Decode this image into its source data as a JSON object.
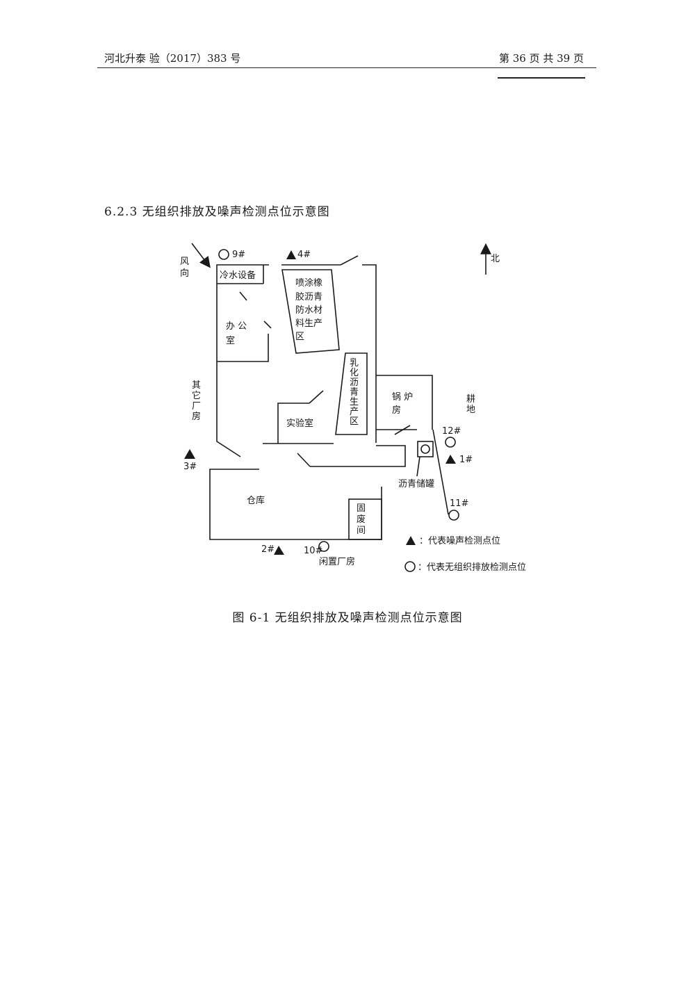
{
  "header": {
    "left": "河北升泰 验（2017）383 号",
    "right": "第 36 页 共 39 页"
  },
  "section": {
    "title": "6.2.3  无组织排放及噪声检测点位示意图"
  },
  "diagram": {
    "wind_label_1": "风",
    "wind_label_2": "向",
    "north_label": "北",
    "rooms": {
      "cooling": "冷水设备",
      "spray_1": "喷涂橡",
      "spray_2": "胶沥青",
      "spray_3": "防水材",
      "spray_4": "料生产",
      "spray_5": "区",
      "office_1": "办  公",
      "office_2": "室",
      "emulsion": [
        "乳",
        "化",
        "沥",
        "青",
        "生",
        "产",
        "区"
      ],
      "boiler_1": "锅  炉",
      "boiler_2": "房",
      "lab": "实验室",
      "warehouse": "仓库",
      "solid_waste": [
        "固",
        "废",
        "间"
      ],
      "asphalt_tank": "沥青储罐"
    },
    "surroundings": {
      "other_plant": [
        "其",
        "它",
        "厂",
        "房"
      ],
      "farmland": [
        "耕",
        "地"
      ],
      "idle_plant": "闲置厂房"
    },
    "points": {
      "p1": "1#",
      "p2": "2#",
      "p3": "3#",
      "p4": "4#",
      "p9": "9#",
      "p10": "10#",
      "p11": "11#",
      "p12": "12#"
    },
    "legend": {
      "noise": "：代表噪声检测点位",
      "emission": "：代表无组织排放检测点位"
    }
  },
  "caption": "图 6-1  无组织排放及噪声检测点位示意图"
}
